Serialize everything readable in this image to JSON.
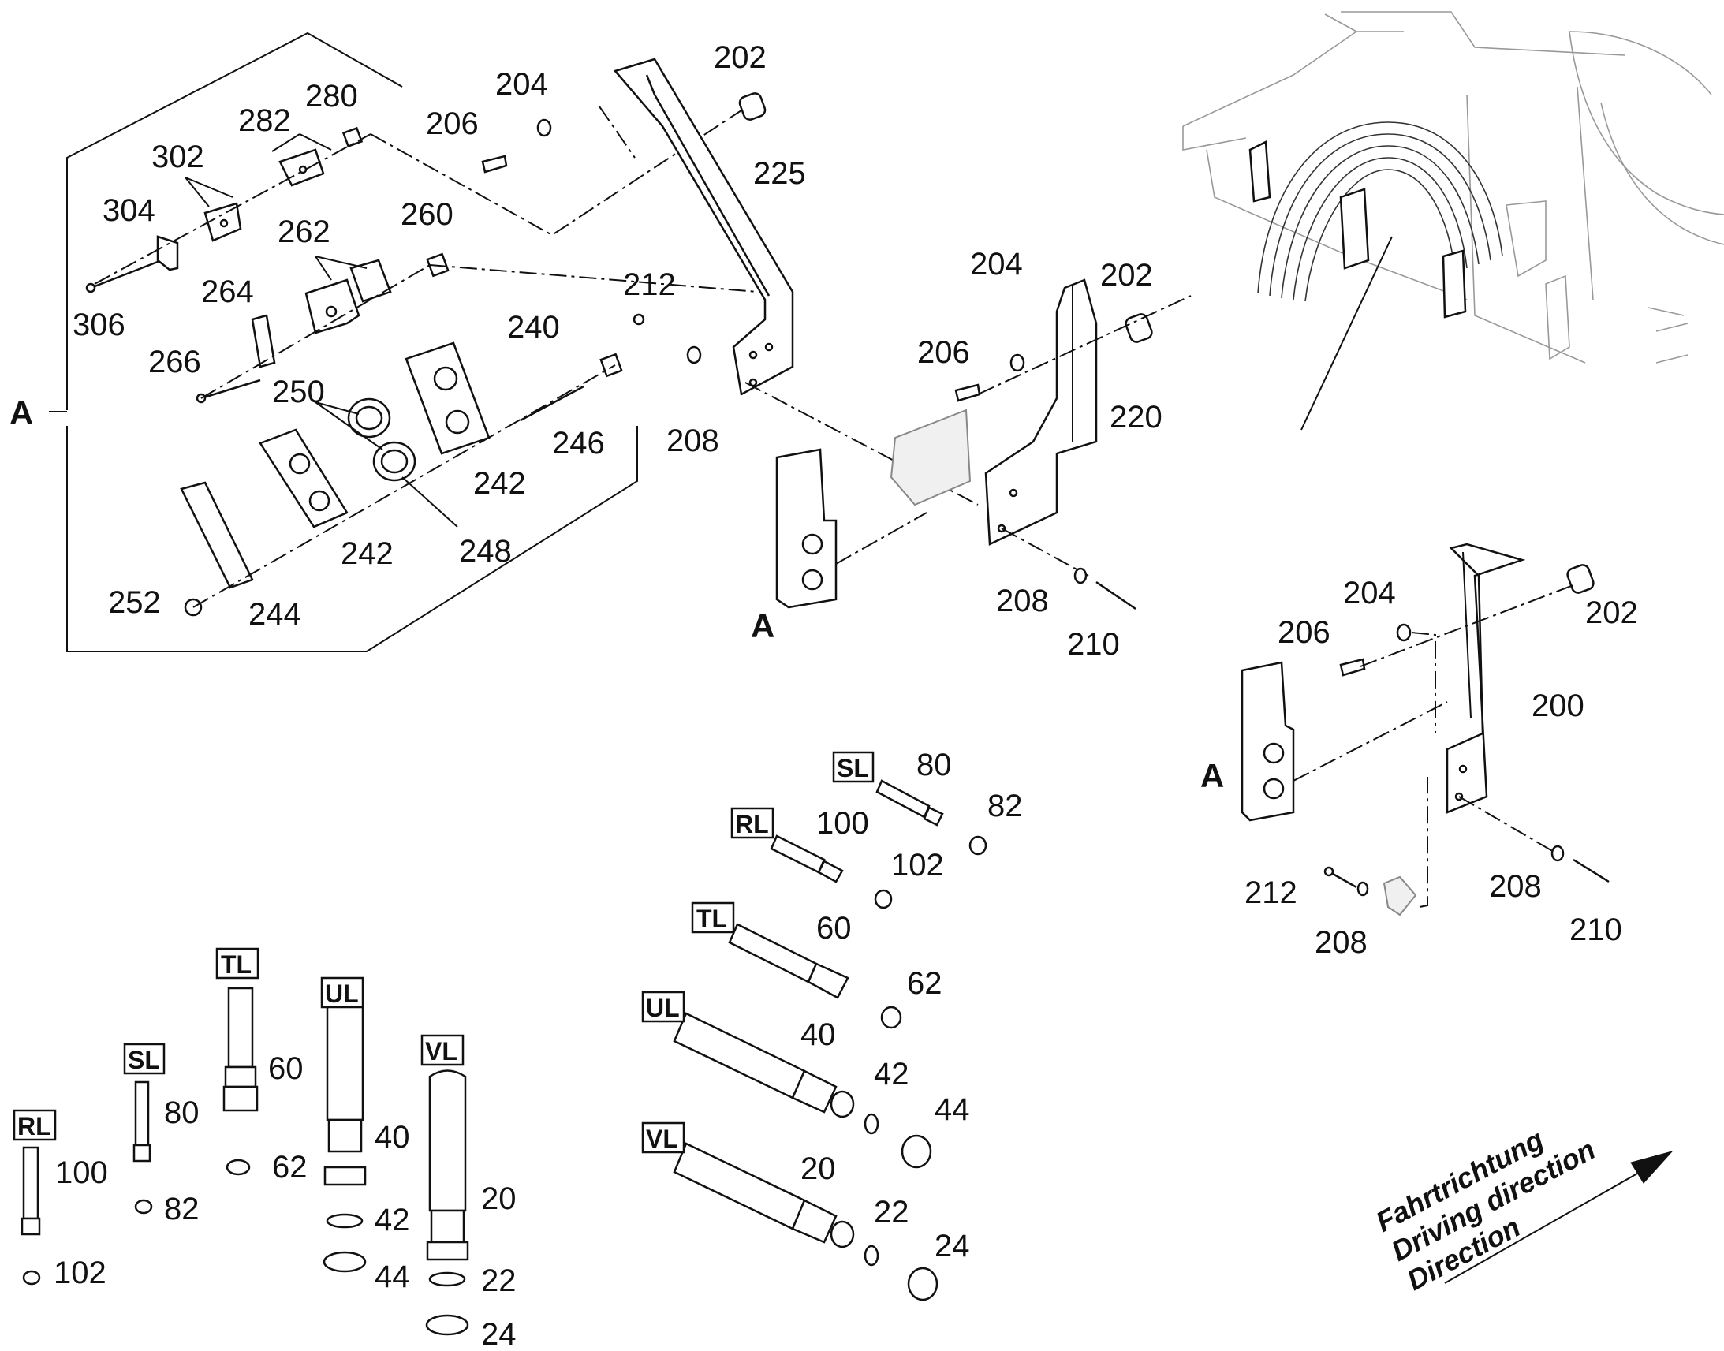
{
  "labels": {
    "assembly_marker": "A",
    "callouts": {
      "n202": "202",
      "n204": "204",
      "n206": "206",
      "n280": "280",
      "n282": "282",
      "n302": "302",
      "n304": "304",
      "n225": "225",
      "n260": "260",
      "n262": "262",
      "n264": "264",
      "n306": "306",
      "n266": "266",
      "n212": "212",
      "n240": "240",
      "n250": "250",
      "n246": "246",
      "n208": "208",
      "n242": "242",
      "n248": "248",
      "n252": "252",
      "n244": "244",
      "n220": "220",
      "n210": "210",
      "n200": "200",
      "n80": "80",
      "n82": "82",
      "n100": "100",
      "n102": "102",
      "n60": "60",
      "n62": "62",
      "n40": "40",
      "n42": "42",
      "n44": "44",
      "n20": "20",
      "n22": "22",
      "n24": "24"
    },
    "tags": {
      "SL": "SL",
      "RL": "RL",
      "TL": "TL",
      "UL": "UL",
      "VL": "VL"
    }
  },
  "direction": {
    "line1": "Fahrtrichtung",
    "line2": "Driving direction",
    "line3": "Direction"
  },
  "icons": [
    "bracket-diagram",
    "hose-assembly",
    "direction-arrow-icon"
  ]
}
